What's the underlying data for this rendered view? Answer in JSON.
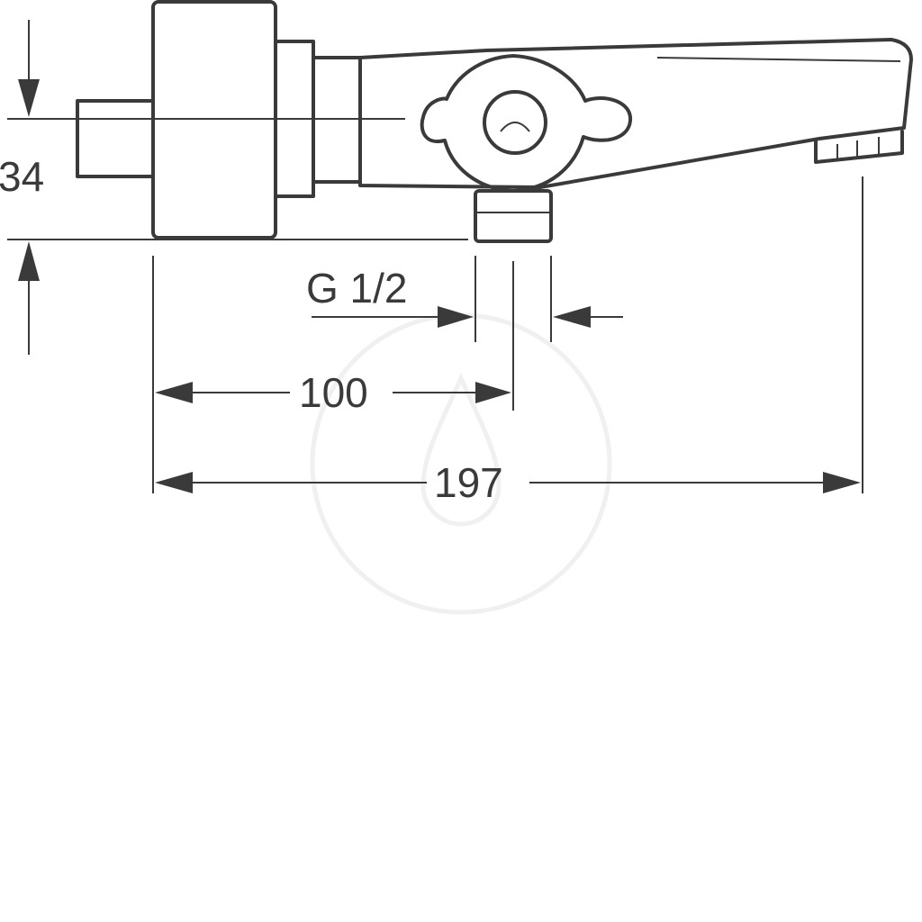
{
  "dimensions": {
    "height_label": "34",
    "thread_label": "G 1/2",
    "center_label": "100",
    "overall_label": "197"
  },
  "colors": {
    "line": "#3a3a3a",
    "background": "#ffffff",
    "watermark": "#f0f0f0"
  }
}
